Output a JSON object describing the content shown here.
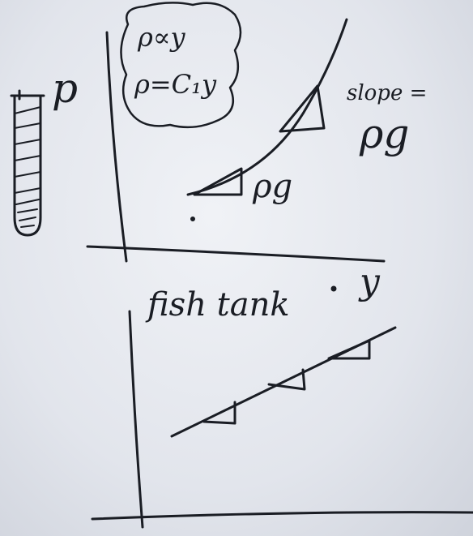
{
  "top_graph": {
    "axis_label": "p",
    "proportionality": "ρ∝y",
    "equation": "ρ=C₁y",
    "triangle_label": "ρg",
    "slope_label": "slope =",
    "slope_value": "ρg"
  },
  "bottom_graph": {
    "title": "fish tank",
    "axis_label": "y"
  },
  "colors": {
    "board": "#e9ecf2",
    "ink": "#1a1d24"
  }
}
